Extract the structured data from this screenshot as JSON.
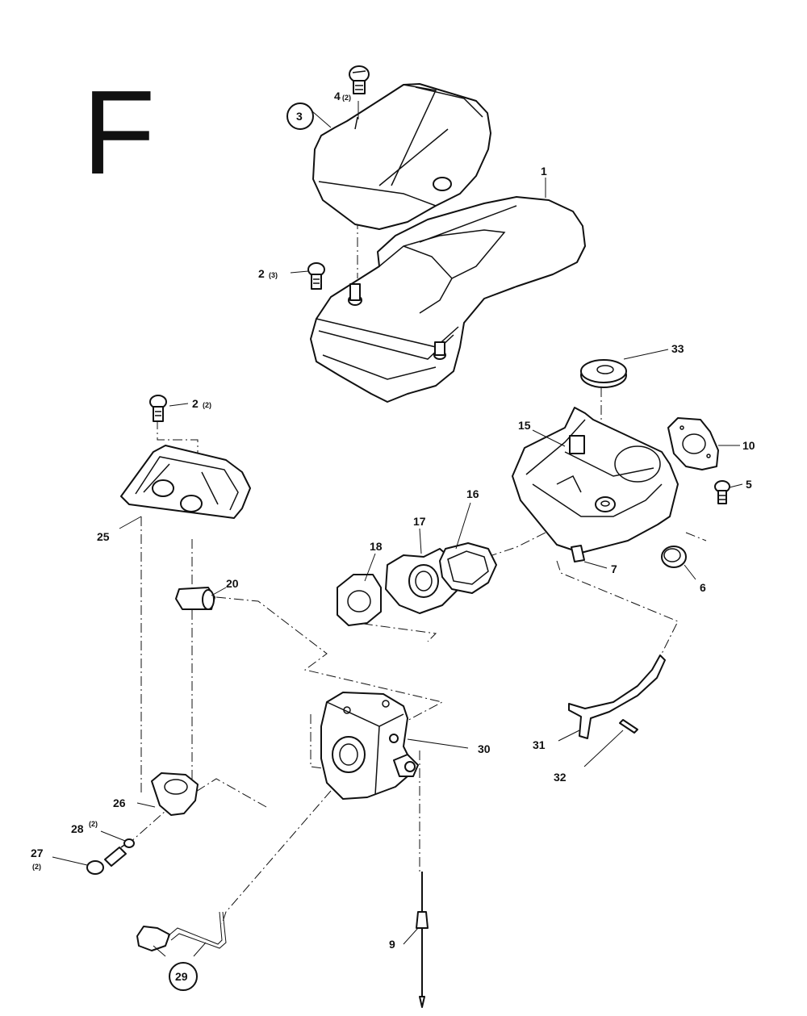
{
  "section_letter": "F",
  "callouts": [
    {
      "id": "c1",
      "text": "1",
      "qty": ""
    },
    {
      "id": "c2a",
      "text": "2",
      "qty": "(3)"
    },
    {
      "id": "c2b",
      "text": "2",
      "qty": "(2)"
    },
    {
      "id": "c3",
      "text": "3",
      "qty": ""
    },
    {
      "id": "c4",
      "text": "4",
      "qty": "(2)"
    },
    {
      "id": "c5",
      "text": "5",
      "qty": ""
    },
    {
      "id": "c6",
      "text": "6",
      "qty": ""
    },
    {
      "id": "c7",
      "text": "7",
      "qty": ""
    },
    {
      "id": "c9",
      "text": "9",
      "qty": ""
    },
    {
      "id": "c10",
      "text": "10",
      "qty": ""
    },
    {
      "id": "c15",
      "text": "15",
      "qty": ""
    },
    {
      "id": "c16",
      "text": "16",
      "qty": ""
    },
    {
      "id": "c17",
      "text": "17",
      "qty": ""
    },
    {
      "id": "c18",
      "text": "18",
      "qty": ""
    },
    {
      "id": "c20",
      "text": "20",
      "qty": ""
    },
    {
      "id": "c25",
      "text": "25",
      "qty": ""
    },
    {
      "id": "c26",
      "text": "26",
      "qty": ""
    },
    {
      "id": "c27",
      "text": "27",
      "qty": "(2)"
    },
    {
      "id": "c28",
      "text": "28",
      "qty": "(2)"
    },
    {
      "id": "c29",
      "text": "29",
      "qty": ""
    },
    {
      "id": "c30",
      "text": "30",
      "qty": ""
    },
    {
      "id": "c31",
      "text": "31",
      "qty": ""
    },
    {
      "id": "c32",
      "text": "32",
      "qty": ""
    },
    {
      "id": "c33",
      "text": "33",
      "qty": ""
    }
  ]
}
